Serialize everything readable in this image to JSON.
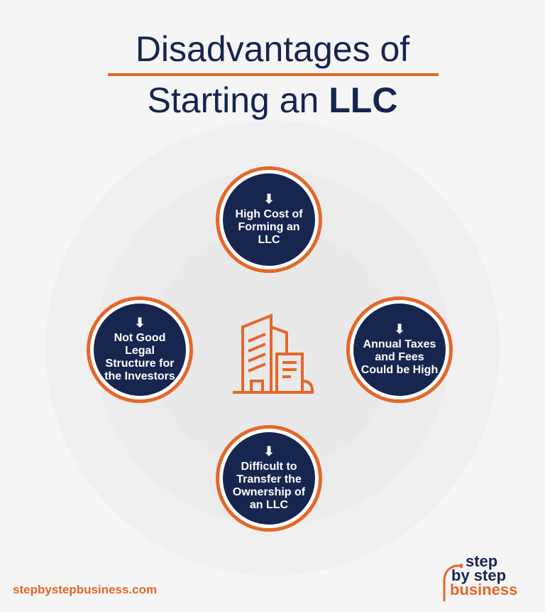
{
  "title": {
    "line1": "Disadvantages of",
    "line2_regular": "Starting an ",
    "line2_bold": "LLC"
  },
  "items": [
    {
      "text": "High Cost of Forming an LLC"
    },
    {
      "text": "Not Good Legal Structure for the Investors"
    },
    {
      "text": "Annual Taxes and Fees Could be High"
    },
    {
      "text": "Difficult to Transfer the Ownership of an LLC"
    }
  ],
  "footer": {
    "url": "stepbystepbusiness.com",
    "logo": [
      "step",
      "by step",
      "business"
    ]
  },
  "colors": {
    "navy": "#17264f",
    "orange": "#e4672a"
  }
}
